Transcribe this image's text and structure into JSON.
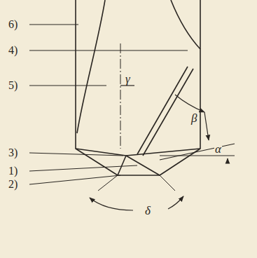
{
  "diagram": {
    "labels": [
      "6)",
      "4)",
      "5)",
      "3)",
      "1)",
      "2)",
      "γ",
      "β",
      "α",
      "δ"
    ]
  }
}
